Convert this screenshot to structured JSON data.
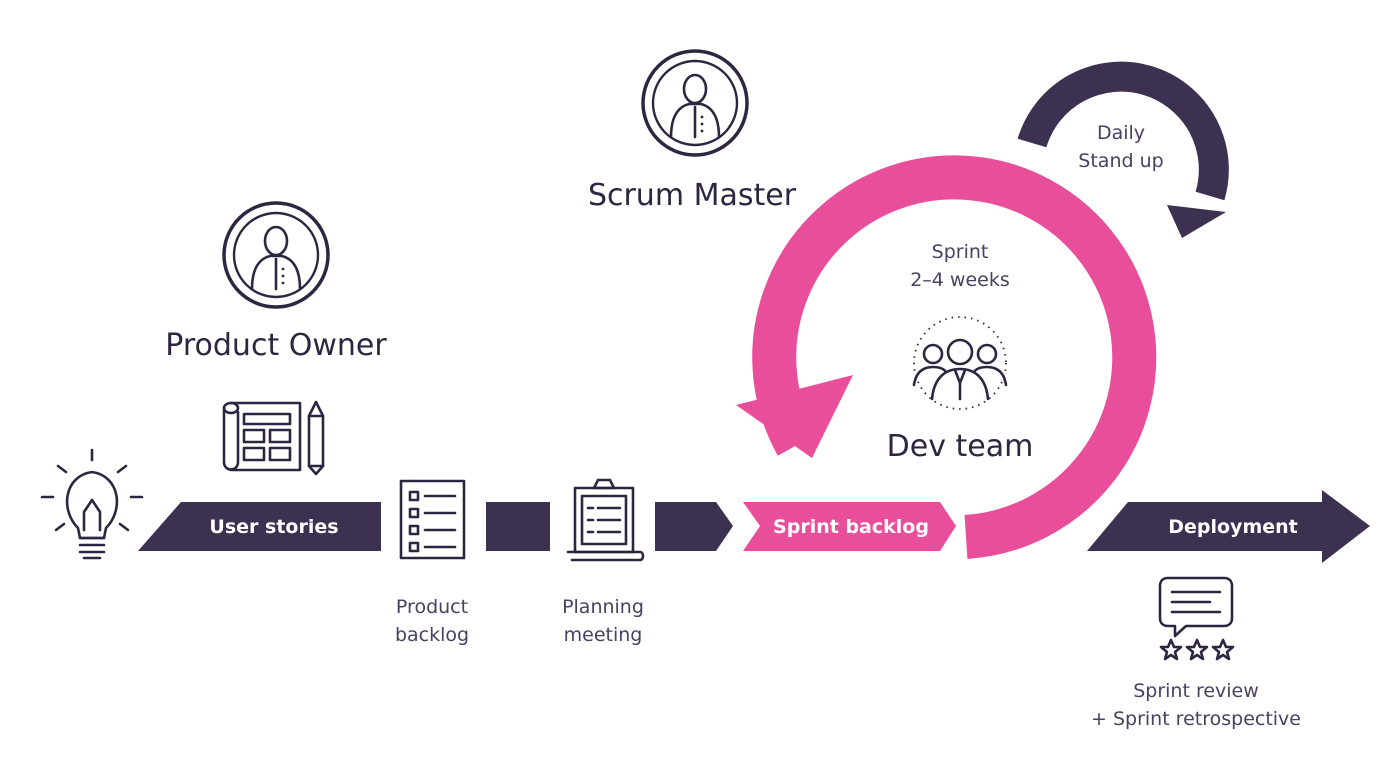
{
  "roles": {
    "scrum_master": "Scrum Master",
    "product_owner": "Product Owner",
    "dev_team": "Dev team"
  },
  "labels": {
    "daily_line1": "Daily",
    "daily_line2": "Stand up",
    "sprint_line1": "Sprint",
    "sprint_line2": "2–4 weeks",
    "product_backlog_line1": "Product",
    "product_backlog_line2": "backlog",
    "planning_line1": "Planning",
    "planning_line2": "meeting",
    "review_line1": "Sprint review",
    "review_line2": "+ Sprint retrospective"
  },
  "bars": {
    "user_stories": "User stories",
    "sprint_backlog": "Sprint backlog",
    "deployment": "Deployment"
  },
  "colors": {
    "dark_purple": "#3c3150",
    "pink": "#e94e9b",
    "text": "#3d3250"
  },
  "icons": [
    "lightbulb-icon",
    "blueprint-pencil-icon",
    "person-icon",
    "document-list-icon",
    "clipboard-icon",
    "team-icon",
    "chat-review-icon",
    "star-icon"
  ]
}
